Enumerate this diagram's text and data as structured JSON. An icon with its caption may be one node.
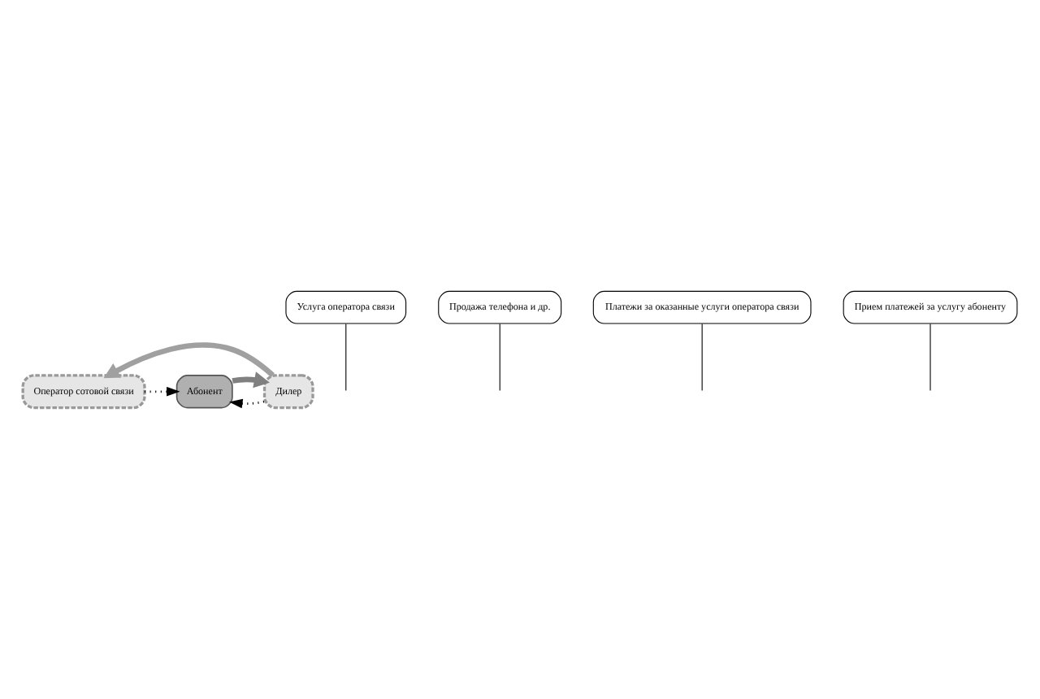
{
  "diagram": {
    "nodes": [
      {
        "text": [
          "Оператор сотовой связи"
        ]
      },
      {
        "text": [
          "Абонент"
        ]
      },
      {
        "text": [
          "Дилер"
        ]
      },
      {
        "text": [
          "Услуга оператора связи"
        ]
      },
      {
        "text": [
          "Продажа телефона и др."
        ]
      },
      {
        "text": [
          "Платежи за оказанные услуги оператора связи"
        ]
      },
      {
        "text": [
          "Прием платежей за услугу абоненту"
        ]
      }
    ],
    "edges": [
      {
        "from": 0,
        "to": 1,
        "arrow": "to",
        "style": "dashed"
      },
      {
        "from": 2,
        "to": 1,
        "arrow": "to",
        "style": "dashed"
      },
      {
        "from": 2,
        "to": 0,
        "arrow": "to",
        "style": "thick",
        "color": "#a0a0a0"
      },
      {
        "from": 1,
        "to": 2,
        "arrow": "to",
        "style": "thick",
        "color": "#808080"
      },
      {
        "from": 3,
        "to": null,
        "arrow": "none"
      },
      {
        "from": 4,
        "to": null,
        "arrow": "none"
      },
      {
        "from": 5,
        "to": null,
        "arrow": "none"
      },
      {
        "from": 6,
        "to": null,
        "arrow": "none"
      }
    ]
  }
}
